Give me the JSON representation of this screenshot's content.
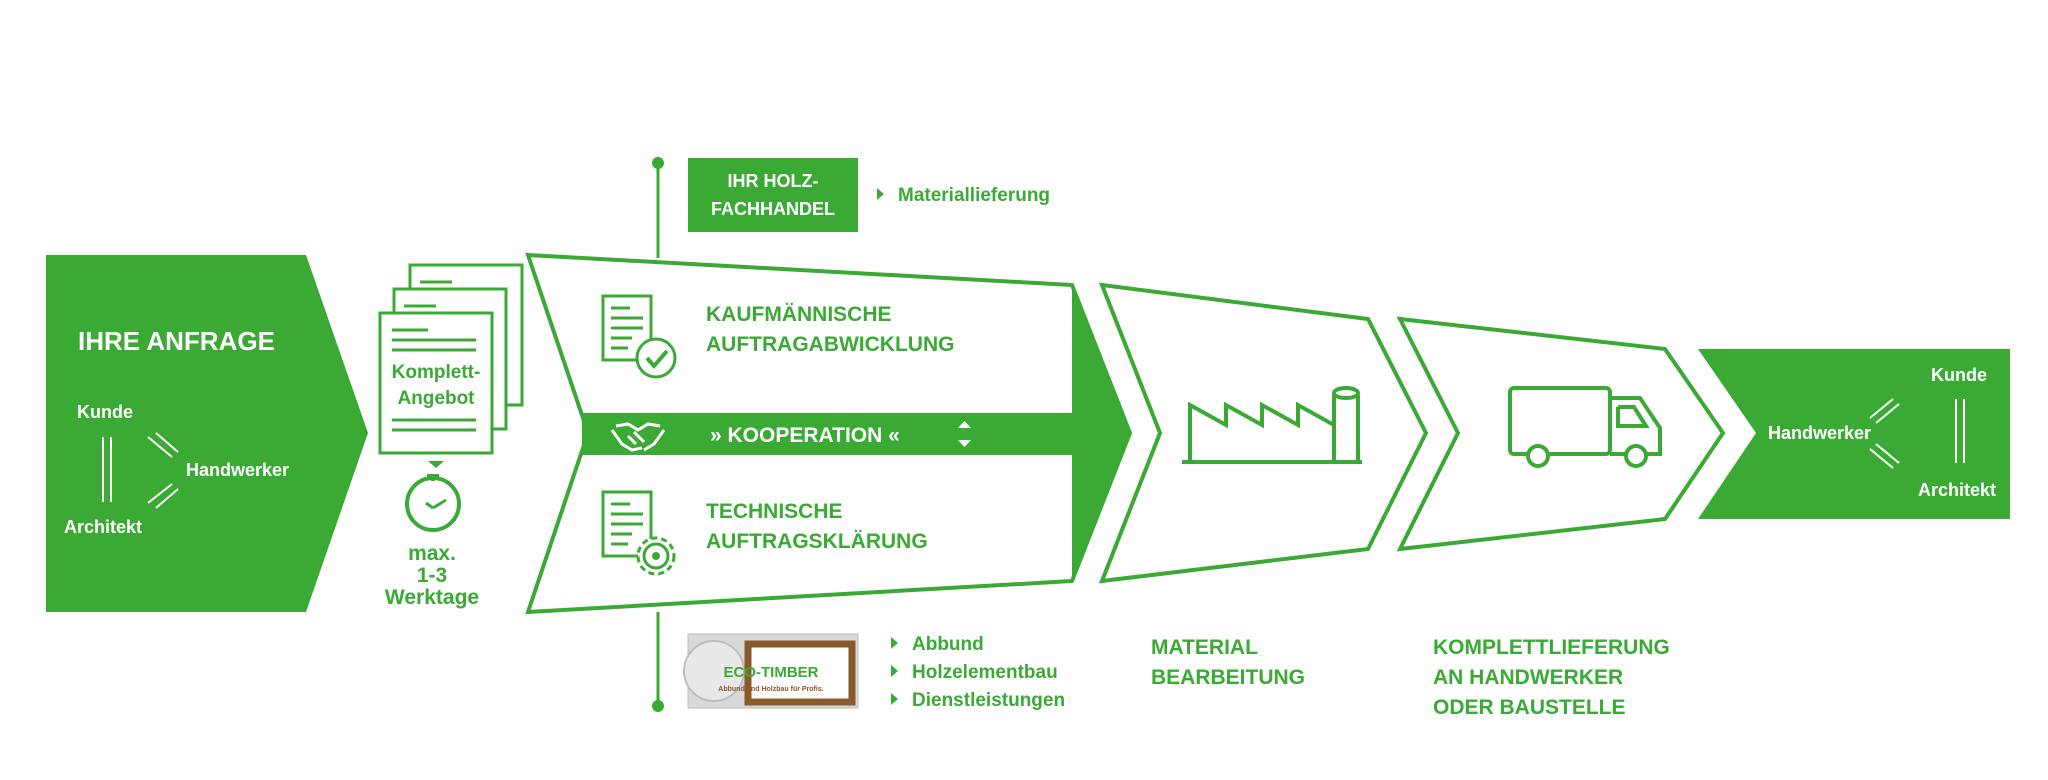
{
  "colors": {
    "green": "#3aaa35",
    "white": "#ffffff",
    "logo_brown": "#8a5a2b",
    "logo_bg": "#d9d9d9"
  },
  "request": {
    "title": "IHRE ANFRAGE",
    "kunde": "Kunde",
    "handwerker": "Handwerker",
    "architekt": "Architekt"
  },
  "offer": {
    "doc_line1": "Komplett-",
    "doc_line2": "Angebot",
    "time_line1": "max.",
    "time_line2": "1-3",
    "time_line3": "Werktage",
    "icon": "clock-icon"
  },
  "supplier": {
    "line1": "IHR HOLZ-",
    "line2": "FACHHANDEL",
    "bullet": "Materiallieferung"
  },
  "process": {
    "top_line1": "KAUFMÄNNISCHE",
    "top_line2": "AUFTRAGABWICKLUNG",
    "cooperation": "» KOOPERATION «",
    "bottom_line1": "TECHNISCHE",
    "bottom_line2": "AUFTRAGSKLÄRUNG"
  },
  "eco_timber": {
    "logo_title": "ECO-TIMBER",
    "logo_subtitle": "Abbund und Holzbau für Profis.",
    "bullets": [
      "Abbund",
      "Holzelementbau",
      "Dienstleistungen"
    ]
  },
  "material": {
    "line1": "MATERIAL",
    "line2": "BEARBEITUNG",
    "icon": "factory-icon"
  },
  "delivery": {
    "line1": "KOMPLETTLIEFERUNG",
    "line2": "AN HANDWERKER",
    "line3": "ODER BAUSTELLE",
    "icon": "truck-icon"
  },
  "end": {
    "kunde": "Kunde",
    "handwerker": "Handwerker",
    "architekt": "Architekt"
  }
}
